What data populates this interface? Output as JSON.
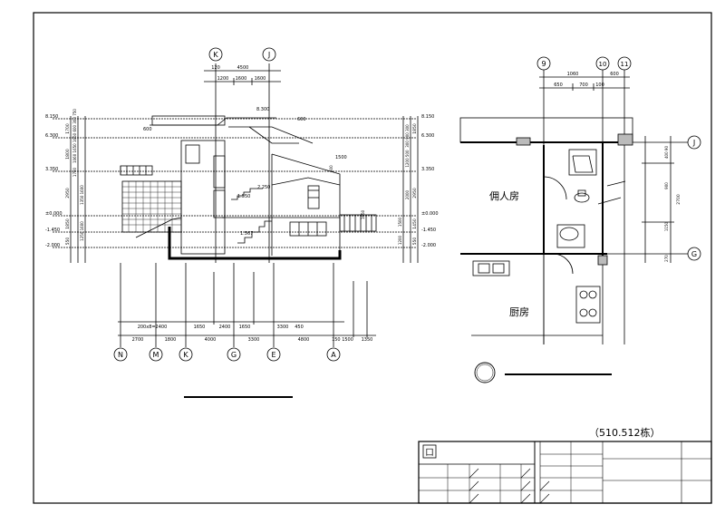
{
  "section": {
    "top_axes": [
      "K",
      "J"
    ],
    "top_dims_row1": [
      "120",
      "4500"
    ],
    "top_dims_row2": [
      "1200",
      "1600",
      "1600"
    ],
    "bottom_axes": [
      "N",
      "M",
      "K",
      "G",
      "E",
      "A"
    ],
    "bottom_dims_row1": [
      "200x8=2400",
      "1650",
      "2400",
      "1650",
      "3300",
      "450"
    ],
    "bottom_dims_row2": [
      "2700",
      "1800",
      "4000",
      "3300",
      "4800",
      "150 1500",
      "1350"
    ],
    "left_levels": [
      "8.150",
      "6.300",
      "3.350",
      "±0.000",
      "-1.450",
      "-2.000"
    ],
    "right_levels": [
      "8.150",
      "6.300",
      "3.350",
      "±0.000",
      "-1.450",
      "-2.000"
    ],
    "left_dims_outer": [
      "1700",
      "1800",
      "2950",
      "1850",
      "550"
    ],
    "left_dims_inner": [
      "1060 1650 1650 600 300 750",
      "1700",
      "1350 1600",
      "1250 1600"
    ],
    "right_dims_outer": [
      "1850",
      "2950",
      "1450",
      "550"
    ],
    "right_dims_inner": [
      "300 900 300",
      "1200 500",
      "2000",
      "1500",
      "1200"
    ],
    "interior_levels": [
      "8.300",
      "2.250",
      "1.550",
      "1.567"
    ],
    "interior_dims": [
      "600",
      "600",
      "1500",
      "600",
      "1650"
    ],
    "underline_label": ""
  },
  "plan": {
    "top_axes": [
      "9",
      "10",
      "11"
    ],
    "top_dims_row1": [
      "1060",
      "600"
    ],
    "top_dims_row2": [
      "650",
      "700",
      "100"
    ],
    "right_axes": [
      "J",
      "G"
    ],
    "right_dims_outer": [
      "2700"
    ],
    "right_dims_inner": [
      "400 90",
      "900",
      "1150",
      "270"
    ],
    "room_servant": "佣人房",
    "room_kitchen": "厨房",
    "detail_callout_label": ""
  },
  "title_block": {
    "building_ref": "（510.512栋）",
    "logo_mark": "囗"
  }
}
